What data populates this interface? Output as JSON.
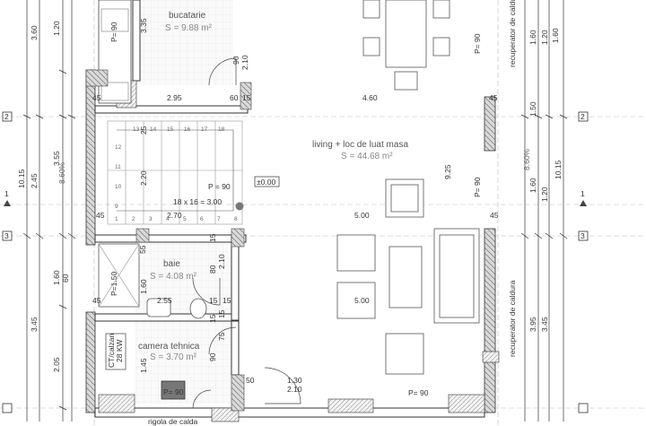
{
  "rooms": {
    "kitchen": {
      "name": "bucatarie",
      "area": "S = 9.88 m²"
    },
    "living": {
      "name": "living + loc de luat masa",
      "area": "S = 44.68 m²"
    },
    "bath": {
      "name": "baie",
      "area": "S = 4.08 m²"
    },
    "tech": {
      "name": "camera tehnica",
      "area": "S = 3.70 m²"
    }
  },
  "boiler": {
    "line1": "CT/calzan",
    "line2": "28 KW"
  },
  "stair": {
    "note": "18 x 16 = 3.00"
  },
  "level_mark": "±0.00",
  "axes": {
    "a2": "2",
    "a3": "3",
    "s1": "1"
  },
  "ridge": {
    "r1": "recuperator de caldura",
    "r2": "recuperator de caldura",
    "r3": "rigola de calda"
  },
  "slope": {
    "left": "8.60%",
    "right": "8.60%"
  },
  "p_labels": {
    "p_kitchen_left": "P= 90",
    "p_living_top": "P= 90",
    "p_stair": "P = 90",
    "p_living_mid": "P= 90",
    "p_bath": "P=1.50",
    "p_tech_box": "P= 90",
    "p_bottom": "P= 90"
  },
  "dims": {
    "d295": "2.95",
    "d460": "4.60",
    "d45a": "45",
    "d60a": "60",
    "d15a": "15",
    "d45b": "45",
    "d270": "2.70",
    "d500a": "5.00",
    "d45c": "45",
    "d45d": "45",
    "d255": "2.55",
    "d15b": "15",
    "d15c": "15",
    "d500b": "5.00",
    "d45e": "45",
    "d50": "50",
    "d130": "1.30",
    "d210a": "2.10",
    "d90a": "90",
    "d210b": "2.10",
    "d15v1": "15",
    "d210v": "2.10",
    "d80": "80",
    "d160v": "1.60",
    "d145": "1.45",
    "d90v": "90",
    "d55": "55",
    "d925": "9.25",
    "d220": "2.20",
    "d25": "25",
    "d335": "3.35",
    "d15v2": "15",
    "d15v3": "15",
    "d75": "75",
    "l360": "3.60",
    "l120": "1.20",
    "l245": "2.45",
    "l355": "3.55",
    "l1015": "10.15",
    "l160": "1.60",
    "l60": "60",
    "l345": "3.45",
    "l205": "2.05",
    "r160a": "1.60",
    "r120a": "1.20",
    "r150": "1.50",
    "r1015": "10.15",
    "r160b": "1.60",
    "r120b": "1.20",
    "r160c": "1.60",
    "r395": "3.95",
    "r345": "3.45"
  },
  "stair_steps": [
    "1",
    "2",
    "3",
    "4",
    "5",
    "6",
    "7",
    "8",
    "9",
    "10",
    "11",
    "12",
    "13",
    "14",
    "15",
    "16",
    "17",
    "18"
  ]
}
